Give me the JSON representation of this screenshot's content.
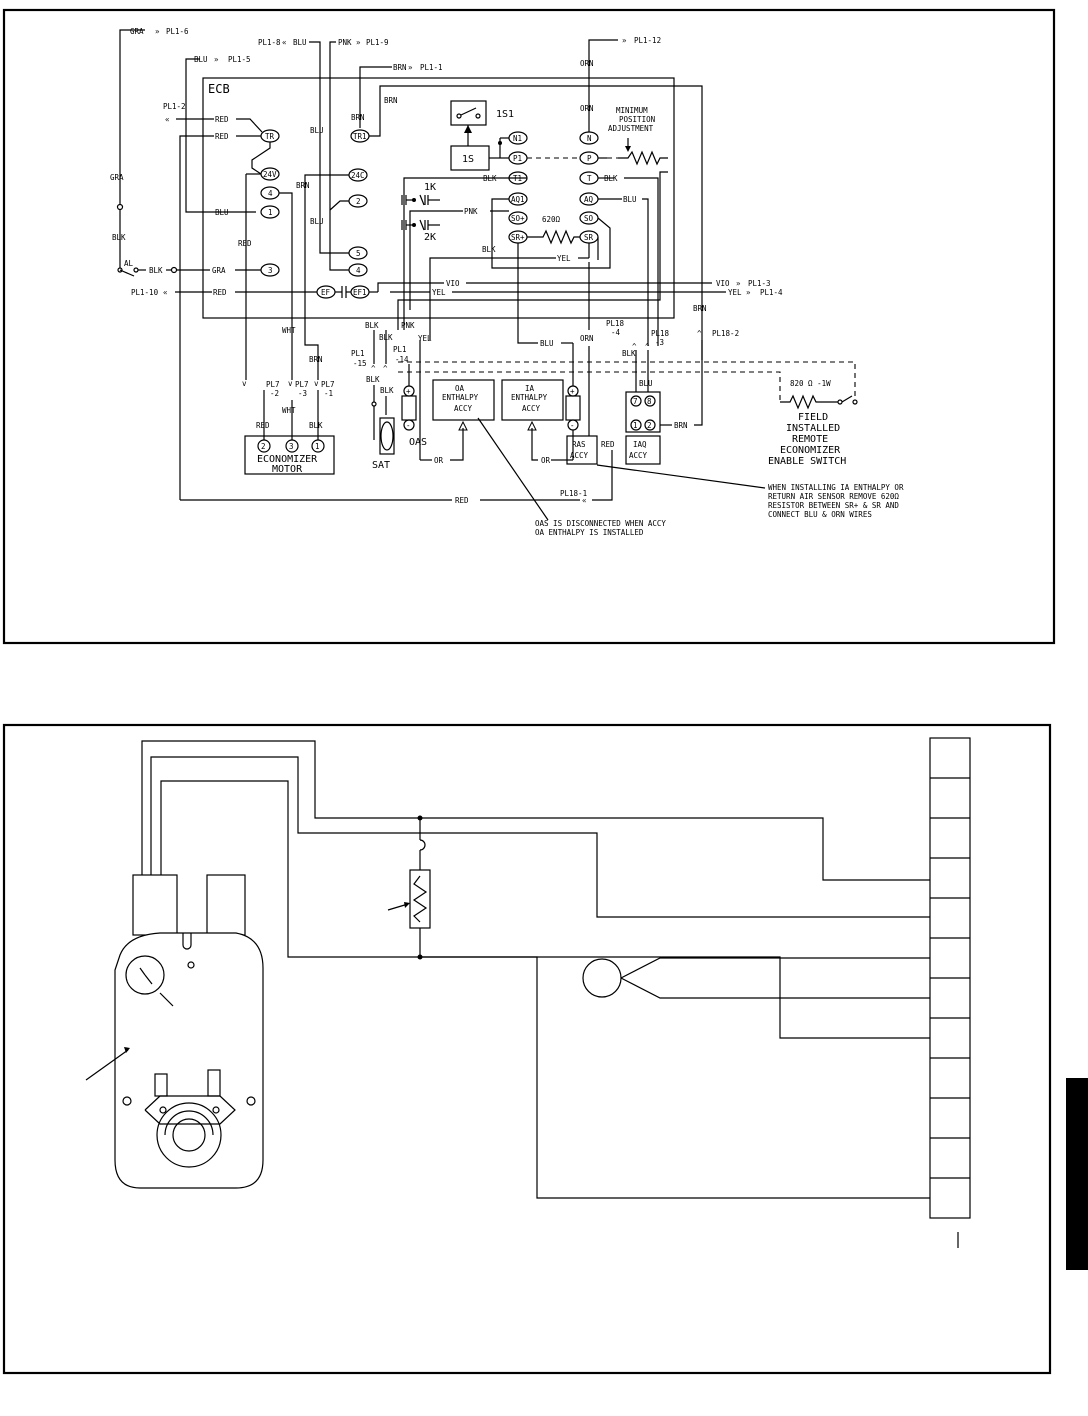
{
  "wiring_diagram": {
    "ecb_label": "ECB",
    "switch_1s1": "1S1",
    "box_1s": "1S",
    "relay_1k": "1K",
    "relay_2k": "2K",
    "resistor_620": "620Ω",
    "min_position": [
      "MINIMUM",
      "POSITION",
      "ADJUSTMENT"
    ],
    "terminals": {
      "tr": "TR",
      "tr1": "TR1",
      "v24": "24V",
      "t4": "4",
      "t1": "1",
      "t3": "3",
      "c24": "24C",
      "t2": "2",
      "t5": "5",
      "t4b": "4",
      "n1": "N1",
      "p1": "P1",
      "t1b": "T1",
      "aq1": "AQ1",
      "sop": "SO+",
      "srp": "SR+",
      "n": "N",
      "p": "P",
      "t": "T",
      "aq": "AQ",
      "so": "SO",
      "sr": "SR",
      "ef": "EF",
      "ef1": "EF1"
    },
    "connectors": {
      "pl1_6": "PL1-6",
      "pl1_5": "PL1-5",
      "pl1_8": "PL1-8",
      "pl1_9": "PL1-9",
      "pl1_1": "PL1-1",
      "pl1_12": "PL1-12",
      "pl1_2": "PL1-2",
      "pl1_10": "PL1-10",
      "pl1_3": "PL1-3",
      "pl1_4": "PL1-4",
      "pl1_15": [
        "PL1",
        "-15"
      ],
      "pl1_14": [
        "PL1",
        "-14"
      ],
      "pl18_4": [
        "PL18",
        "-4"
      ],
      "pl18_3": [
        "PL18",
        "-3"
      ],
      "pl18_2": "PL18-2",
      "pl18_1": "PL18-1",
      "pl7_2": [
        "PL7",
        "-2"
      ],
      "pl7_3": [
        "PL7",
        "-3"
      ],
      "pl7_1": [
        "PL7",
        "-1"
      ]
    },
    "wires": {
      "gra": "GRA",
      "blu": "BLU",
      "pnk": "PNK",
      "brn": "BRN",
      "orn": "ORN",
      "red": "RED",
      "blk": "BLK",
      "wht": "WHT",
      "yel": "YEL",
      "vio": "VIO",
      "or": "OR"
    },
    "al": "AL",
    "motor": {
      "label": [
        "ECONOMIZER",
        "MOTOR"
      ],
      "terms": [
        "2",
        "3",
        "1"
      ]
    },
    "sat": "SAT",
    "oas": "OAS",
    "oa_enthalpy": [
      "OA",
      "ENTHALPY",
      "ACCY"
    ],
    "ia_enthalpy": [
      "IA",
      "ENTHALPY",
      "ACCY"
    ],
    "ras_accy": [
      "RAS",
      "ACCY"
    ],
    "iaq_accy": [
      "IAQ",
      "ACCY"
    ],
    "iaq_terms": [
      "7",
      "8",
      "1",
      "2"
    ],
    "resistor_820": "820 Ω -1W",
    "field_switch": [
      "FIELD",
      "INSTALLED",
      "REMOTE",
      "ECONOMIZER",
      "ENABLE SWITCH"
    ],
    "note_1": [
      "WHEN INSTALLING IA ENTHALPY OR",
      "RETURN AIR SENSOR REMOVE 620Ω",
      "RESISTOR BETWEEN SR+ & SR AND",
      "CONNECT BLU & ORN WIRES"
    ],
    "note_2": [
      "OAS IS DISCONNECTED WHEN ACCY",
      "OA ENTHALPY IS INSTALLED"
    ]
  }
}
